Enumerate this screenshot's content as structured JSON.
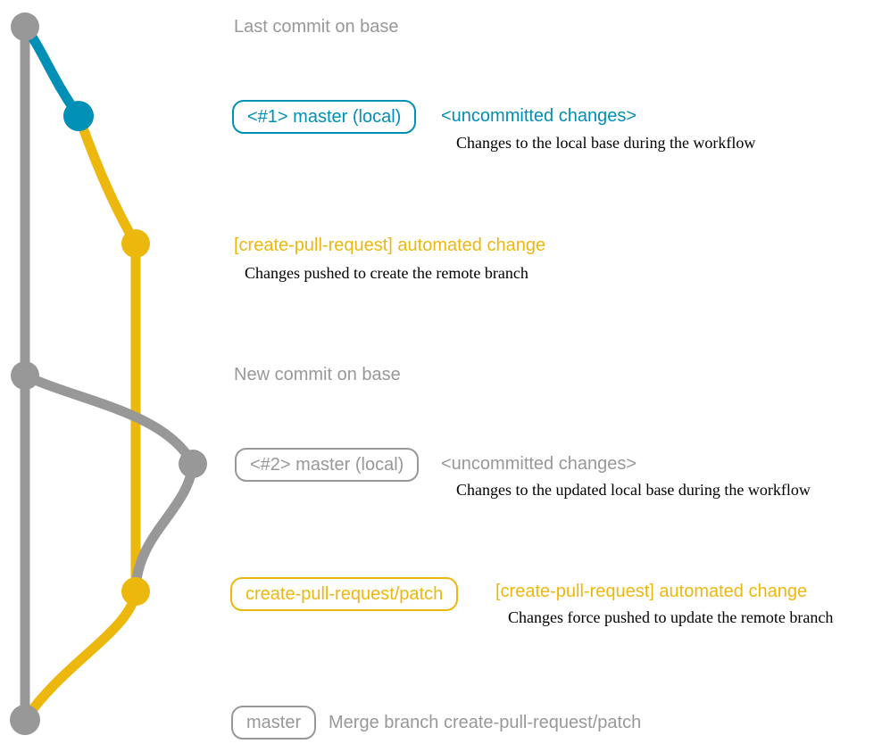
{
  "colors": {
    "base_gray": "#989898",
    "master_blue": "#008fb5",
    "patch_yellow": "#ecb80e",
    "message_black": "#000000"
  },
  "branches": [
    {
      "name": "base",
      "color": "#989898"
    },
    {
      "name": "master (local)",
      "color": "#008fb5"
    },
    {
      "name": "create-pull-request/patch",
      "color": "#ecb80e"
    }
  ],
  "rows": [
    {
      "name": "last-commit-on-base",
      "label": "Last commit on base"
    },
    {
      "name": "master-local-1",
      "badge": "<#1> master (local)",
      "label": "<uncommitted changes>",
      "message": "Changes to the local base during the workflow"
    },
    {
      "name": "patch-commit-1",
      "label": "[create-pull-request] automated change",
      "message": "Changes pushed to create the remote branch"
    },
    {
      "name": "new-commit-on-base",
      "label": "New commit on base"
    },
    {
      "name": "master-local-2",
      "badge": "<#2> master (local)",
      "label": "<uncommitted changes>",
      "message": "Changes to the updated local base during the workflow"
    },
    {
      "name": "patch-commit-2",
      "badge": "create-pull-request/patch",
      "label": "[create-pull-request] automated change",
      "message": "Changes force pushed to update the remote branch"
    },
    {
      "name": "master-merge",
      "badge": "master",
      "label": "Merge branch create-pull-request/patch"
    }
  ]
}
